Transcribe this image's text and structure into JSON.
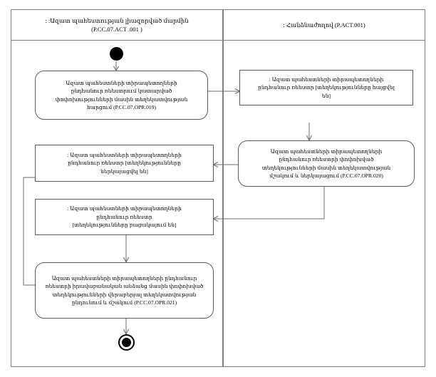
{
  "diagram": {
    "type": "uml-activity-diagram",
    "title": "UML Activity Diagram with Swimlanes",
    "lanes": [
      {
        "id": "lane-left",
        "header": ": :Ազատ պահեստության լիազորված մարմին\n(P.CC.07.ACT .001 )"
      },
      {
        "id": "lane-right",
        "header": ": Հանձնաժողով (P.ACT.001)"
      }
    ],
    "nodes": [
      {
        "id": "initial",
        "kind": "initial-node",
        "lane": "lane-left",
        "label": ""
      },
      {
        "id": "action-019",
        "kind": "action",
        "lane": "lane-left",
        "label": "Ազատ պահեստների տիրապետողների\nընդհանուր ռեեստրում կատարված\nփոփոխությունների մասին տեղեկատվության\nհարցում (P.CC.07.OPR.019)"
      },
      {
        "id": "object-requested",
        "kind": "object",
        "lane": "lane-right",
        "label": ": Ազատ պահեստների տիրապետողների\nընդհանուր ռեեստր [տեղեկությունները հայցվել\nեն]"
      },
      {
        "id": "action-020",
        "kind": "action",
        "lane": "lane-right",
        "label": "Ազատ պահեստների տիրապետողների\nընդհանուր ռեեստրի փոփոխված\nտեղեկությունների մասին տեղեկատվության\nմշակում և ներկայացում (P.CC.07.OPR.020)"
      },
      {
        "id": "object-presented",
        "kind": "object",
        "lane": "lane-left",
        "label": ": Ազատ պահեստների տիրապետողների\nընդհանուր ռեեստր [տեղեկությունները\nներկայացվել են]"
      },
      {
        "id": "object-absent",
        "kind": "object",
        "lane": "lane-left",
        "label": ": Ազատ պահեստների տիրապետողների\nընդհանուր ռեեստր\n[տեղեկությունները բացակայում են]"
      },
      {
        "id": "action-021",
        "kind": "action",
        "lane": "lane-left",
        "label": "Ազատ պահեստների տիրապետողների ընդհանուր\nռեեստրի իրավաբանական անձանց մասին փոփոխված\nտեղեկությունների վերաբերյալ տեղեկատվության\nընդունում և մշակում (P.CC.07.OPR.021)"
      },
      {
        "id": "final",
        "kind": "final-node",
        "lane": "lane-left",
        "label": ""
      }
    ],
    "colors": {
      "lane_border": "#808080",
      "node_border": "#5a5a5a",
      "connector": "#6b6b6b",
      "node_fill": "#ffffff",
      "terminal_fill": "#000000",
      "background": "#ffffff"
    }
  }
}
